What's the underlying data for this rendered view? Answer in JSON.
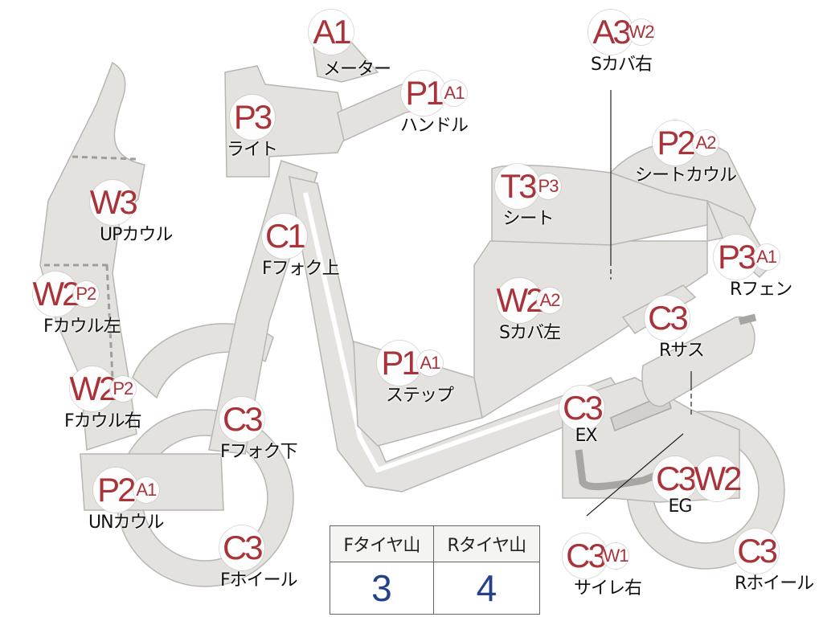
{
  "labels": {
    "meter": {
      "codes": [
        "A1"
      ],
      "name": "メーター"
    },
    "handle": {
      "codes": [
        "P1",
        "A1"
      ],
      "name": "ハンドル"
    },
    "light": {
      "codes": [
        "P3"
      ],
      "name": "ライト"
    },
    "f_fork_up": {
      "codes": [
        "C1"
      ],
      "name": "Fフォク上"
    },
    "s_cover_r": {
      "codes": [
        "A3",
        "W2"
      ],
      "name": "Sカバ右"
    },
    "seat_cowl": {
      "codes": [
        "P2",
        "A2"
      ],
      "name": "シートカウル"
    },
    "seat": {
      "codes": [
        "T3",
        "P3"
      ],
      "name": "シート"
    },
    "r_fender": {
      "codes": [
        "P3",
        "A1"
      ],
      "name": "Rフェン"
    },
    "up_cowl": {
      "codes": [
        "W3"
      ],
      "name": "UPカウル"
    },
    "f_cowl_l": {
      "codes": [
        "W2",
        "P2"
      ],
      "name": "Fカウル左"
    },
    "f_cowl_r": {
      "codes": [
        "W2",
        "P2"
      ],
      "name": "Fカウル右"
    },
    "f_fork_low": {
      "codes": [
        "C3"
      ],
      "name": "Fフォク下"
    },
    "un_cowl": {
      "codes": [
        "P2",
        "A1"
      ],
      "name": "UNカウル"
    },
    "f_wheel": {
      "codes": [
        "C3"
      ],
      "name": "Fホイール"
    },
    "s_cover_l": {
      "codes": [
        "W2",
        "A2"
      ],
      "name": "Sカバ左"
    },
    "step": {
      "codes": [
        "P1",
        "A1"
      ],
      "name": "ステップ"
    },
    "r_sus": {
      "codes": [
        "C3"
      ],
      "name": "Rサス"
    },
    "exhaust": {
      "codes": [
        "C3"
      ],
      "name": "EX"
    },
    "engine": {
      "codes": [
        "C3",
        "W2"
      ],
      "name": "EG"
    },
    "muffler_r": {
      "codes": [
        "C3",
        "W1"
      ],
      "name": "サイレ右"
    },
    "r_wheel": {
      "codes": [
        "C3"
      ],
      "name": "Rホイール"
    }
  },
  "tire_table": {
    "headers": [
      "Fタイヤ山",
      "Rタイヤ山"
    ],
    "values": [
      "3",
      "4"
    ]
  }
}
